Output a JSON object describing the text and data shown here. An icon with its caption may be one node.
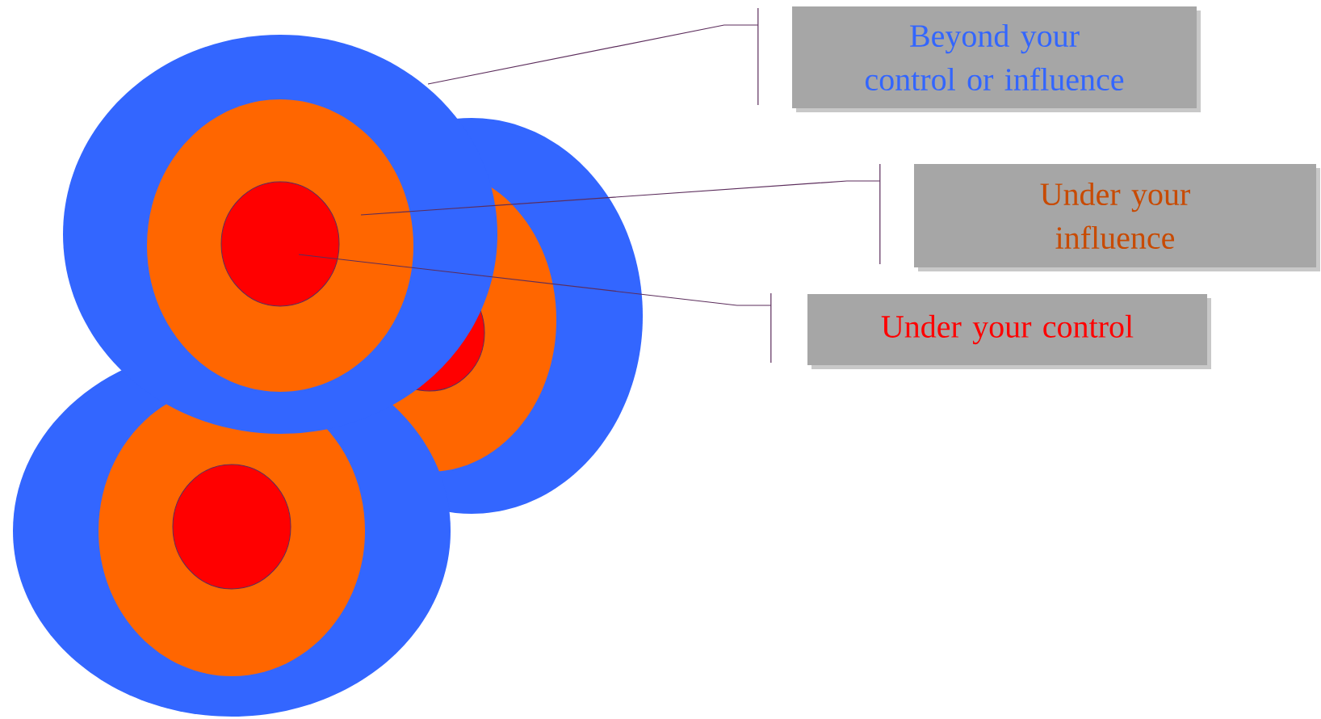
{
  "diagram": {
    "nodes": [
      {
        "text": [
          "Beyond your control or influence"
        ]
      },
      {
        "text": [
          "Under your influence"
        ]
      },
      {
        "text": [
          "Under your control"
        ]
      },
      {
        "text": [],
        "shape": "circle"
      },
      {
        "text": [],
        "shape": "circle",
        "in": 3
      },
      {
        "text": [],
        "shape": "circle",
        "in": 4
      }
    ],
    "edges": [
      {
        "from": 0,
        "to": 3,
        "arrow": "none"
      },
      {
        "from": 1,
        "to": 4,
        "arrow": "none"
      },
      {
        "from": 2,
        "to": 5,
        "arrow": "none"
      }
    ]
  }
}
